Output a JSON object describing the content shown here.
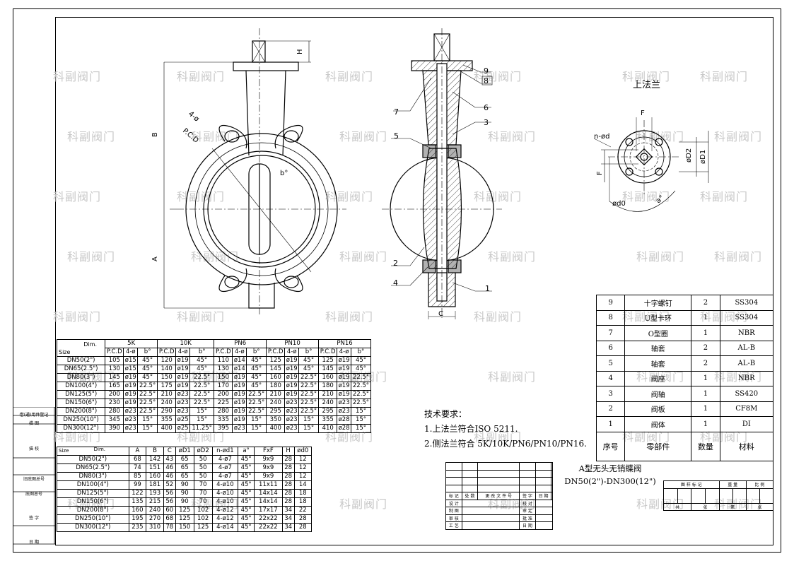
{
  "watermark": "科副阀门",
  "flange_label": "上法兰",
  "dim_table_1": {
    "header_dim": "Dim.",
    "header_size": "Size",
    "groups": [
      "5K",
      "10K",
      "PN6",
      "PN10",
      "PN16"
    ],
    "sub": [
      "P.C.D",
      "4-ø",
      "b°"
    ],
    "rows": [
      [
        "DN50(2\")",
        "105",
        "ø15",
        "45°",
        "120",
        "ø19",
        "45°",
        "110",
        "ø14",
        "45°",
        "125",
        "ø19",
        "45°",
        "125",
        "ø19",
        "45°"
      ],
      [
        "DN65(2.5\")",
        "130",
        "ø15",
        "45°",
        "140",
        "ø19",
        "45°",
        "130",
        "ø14",
        "45°",
        "145",
        "ø19",
        "45°",
        "145",
        "ø19",
        "45°"
      ],
      [
        "DN80(3\")",
        "145",
        "ø19",
        "45°",
        "150",
        "ø19",
        "22.5°",
        "150",
        "ø19",
        "45°",
        "160",
        "ø19",
        "22.5°",
        "160",
        "ø19",
        "22.5°"
      ],
      [
        "DN100(4\")",
        "165",
        "ø19",
        "22.5°",
        "175",
        "ø19",
        "22.5°",
        "170",
        "ø19",
        "45°",
        "180",
        "ø19",
        "22.5°",
        "180",
        "ø19",
        "22.5°"
      ],
      [
        "DN125(5\")",
        "200",
        "ø19",
        "22.5°",
        "210",
        "ø23",
        "22.5°",
        "200",
        "ø19",
        "22.5°",
        "210",
        "ø19",
        "22.5°",
        "210",
        "ø19",
        "22.5°"
      ],
      [
        "DN150(6\")",
        "230",
        "ø19",
        "22.5°",
        "240",
        "ø23",
        "22.5°",
        "225",
        "ø19",
        "22.5°",
        "240",
        "ø23",
        "22.5°",
        "240",
        "ø23",
        "22.5°"
      ],
      [
        "DN200(8\")",
        "280",
        "ø23",
        "22.5°",
        "290",
        "ø23",
        "15°",
        "280",
        "ø19",
        "22.5°",
        "295",
        "ø23",
        "22.5°",
        "295",
        "ø23",
        "15°"
      ],
      [
        "DN250(10\")",
        "345",
        "ø23",
        "15°",
        "355",
        "ø25",
        "15°",
        "335",
        "ø19",
        "15°",
        "350",
        "ø23",
        "15°",
        "355",
        "ø28",
        "15°"
      ],
      [
        "DN300(12\")",
        "390",
        "ø23",
        "15°",
        "400",
        "ø25",
        "11.25°",
        "395",
        "ø23",
        "15°",
        "400",
        "ø23",
        "15°",
        "410",
        "ø28",
        "15°"
      ]
    ]
  },
  "dim_table_2": {
    "header_size": "Size",
    "header_dim": "Dim.",
    "cols": [
      "A",
      "B",
      "C",
      "øD1",
      "øD2",
      "n-ød1",
      "a°",
      "FxF",
      "H",
      "ød0"
    ],
    "rows": [
      [
        "DN50(2\")",
        "68",
        "142",
        "43",
        "65",
        "50",
        "4-ø7",
        "45°",
        "9x9",
        "28",
        "12"
      ],
      [
        "DN65(2.5\")",
        "74",
        "151",
        "46",
        "65",
        "50",
        "4-ø7",
        "45°",
        "9x9",
        "28",
        "12"
      ],
      [
        "DN80(3\")",
        "85",
        "160",
        "46",
        "65",
        "50",
        "4-ø7",
        "45°",
        "9x9",
        "28",
        "12"
      ],
      [
        "DN100(4\")",
        "99",
        "181",
        "52",
        "90",
        "70",
        "4-ø10",
        "45°",
        "11x11",
        "28",
        "14"
      ],
      [
        "DN125(5\")",
        "122",
        "193",
        "56",
        "90",
        "70",
        "4-ø10",
        "45°",
        "14x14",
        "28",
        "18"
      ],
      [
        "DN150(6\")",
        "135",
        "215",
        "56",
        "90",
        "70",
        "4-ø10",
        "45°",
        "14x14",
        "28",
        "18"
      ],
      [
        "DN200(8\")",
        "160",
        "240",
        "60",
        "125",
        "102",
        "4-ø12",
        "45°",
        "17x17",
        "34",
        "22"
      ],
      [
        "DN250(10\")",
        "195",
        "270",
        "68",
        "125",
        "102",
        "4-ø12",
        "45°",
        "22x22",
        "34",
        "28"
      ],
      [
        "DN300(12\")",
        "235",
        "310",
        "78",
        "150",
        "125",
        "4-ø14",
        "45°",
        "22x22",
        "34",
        "28"
      ]
    ]
  },
  "bom": {
    "rows": [
      [
        "9",
        "十字螺钉",
        "2",
        "SS304"
      ],
      [
        "8",
        "U型卡环",
        "1",
        "SS304"
      ],
      [
        "7",
        "O型圈",
        "1",
        "NBR"
      ],
      [
        "6",
        "轴套",
        "2",
        "AL-B"
      ],
      [
        "5",
        "轴套",
        "2",
        "AL-B"
      ],
      [
        "4",
        "阀座",
        "1",
        "NBR"
      ],
      [
        "3",
        "阀轴",
        "1",
        "SS420"
      ],
      [
        "2",
        "阀板",
        "1",
        "CF8M"
      ],
      [
        "1",
        "阀体",
        "1",
        "DI"
      ]
    ],
    "header": [
      "序号",
      "零部件",
      "数量",
      "材料"
    ]
  },
  "notes": {
    "title": "技术要求：",
    "items": [
      "1.上法兰符合ISO 5211.",
      "2.侧法兰符合 5K/10K/PN6/PN10/PN16."
    ]
  },
  "title_block": {
    "line1": "A型无头无销蝶阀",
    "line2": "DN50(2\")-DN300(12\")",
    "stamp_labels": [
      "标 记",
      "处 数",
      "更 改 文 件 号",
      "签 字",
      "日 期"
    ],
    "roles_left": [
      "设 计",
      "制 图",
      "审 核",
      "工 艺"
    ],
    "roles_right": [
      "校 对",
      "审 定",
      "批 准",
      "日 期"
    ],
    "right_head": [
      "图 样 标 记",
      "重 量",
      "比 例"
    ],
    "right_foot": [
      "共",
      "张",
      "第",
      "张"
    ]
  },
  "side_labels": [
    "借(通)用件登记",
    "描 图",
    "描 校",
    "旧底图总号",
    "底图总号",
    "签 字",
    "日 期"
  ],
  "drawing_labels": {
    "part_numbers": [
      "1",
      "2",
      "3",
      "4",
      "5",
      "6",
      "7",
      "8",
      "9"
    ],
    "front": {
      "b": "B",
      "a": "A",
      "hole": "4-ø",
      "pcd": "P.C.D",
      "angle": "b°",
      "h": "H"
    },
    "side": {
      "c": "C"
    },
    "top": {
      "f": "F",
      "nd": "n-ød",
      "d2": "øD2",
      "d1": "øD1",
      "d0": "ød0",
      "a": "a°"
    }
  }
}
